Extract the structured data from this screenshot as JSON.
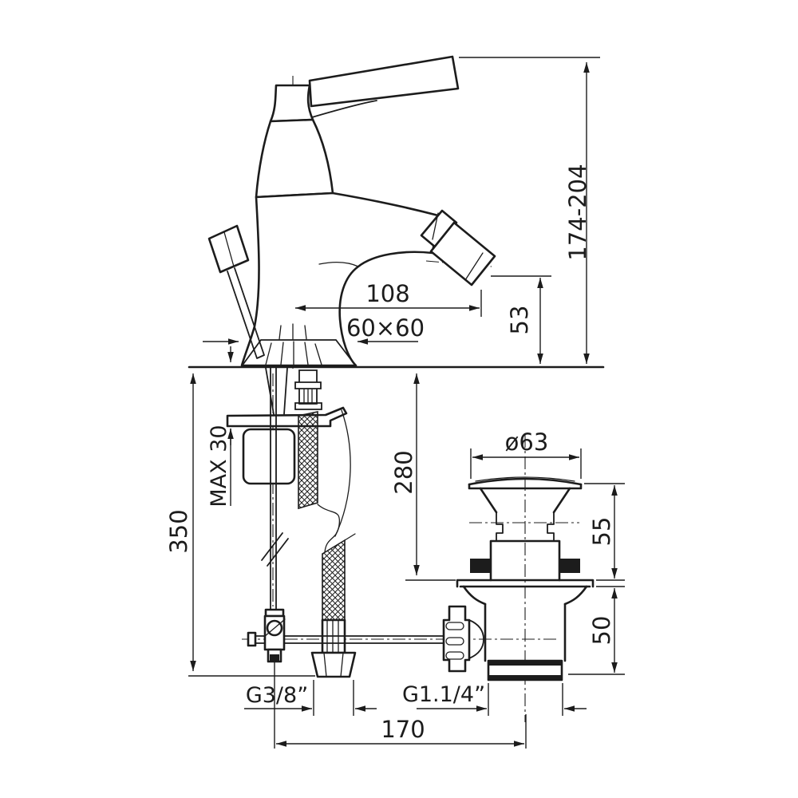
{
  "colors": {
    "ink": "#1c1c1c",
    "paper": "#ffffff"
  },
  "dimensions": {
    "overall_height": "174-204",
    "spout_reach": "108",
    "base_section": "60×60",
    "spout_height": "53",
    "max_mounting_thickness": "MAX 30",
    "supply_hose_length": "350",
    "drain_depth": "280",
    "waste_flange_diameter": "ø63",
    "waste_upper_height": "55",
    "waste_lower_height": "50",
    "supply_thread": "G3/8”",
    "waste_thread": "G1.1/4”",
    "spacing_faucet_to_waste": "170"
  }
}
